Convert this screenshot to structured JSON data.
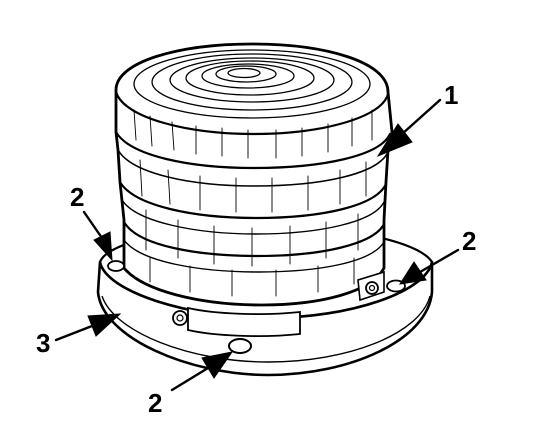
{
  "figure": {
    "subject": "beacon-light-assembly",
    "callouts": [
      {
        "id": "callout-1",
        "label": "1",
        "part": "lens"
      },
      {
        "id": "callout-2-left",
        "label": "2",
        "part": "mounting-screw"
      },
      {
        "id": "callout-2-right",
        "label": "2",
        "part": "mounting-screw"
      },
      {
        "id": "callout-2-bottom",
        "label": "2",
        "part": "mounting-screw"
      },
      {
        "id": "callout-3",
        "label": "3",
        "part": "base"
      }
    ],
    "colors": {
      "ink": "#000000",
      "paper": "#ffffff"
    }
  }
}
